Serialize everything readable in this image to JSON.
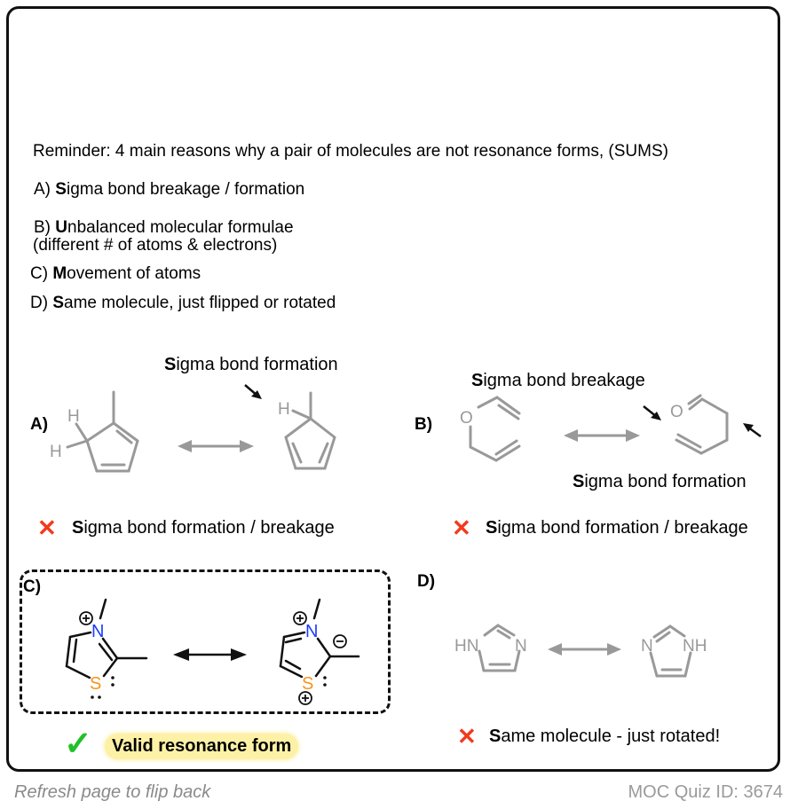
{
  "reminder": "Reminder: 4 main reasons why a pair of molecules are not resonance forms, (SUMS)",
  "rules": [
    {
      "prefix": "A) ",
      "bold": "S",
      "rest": "igma bond breakage / formation"
    },
    {
      "prefix": "B) ",
      "bold": "U",
      "rest": "nbalanced molecular formulae",
      "line2": "(different  # of atoms & electrons)"
    },
    {
      "prefix": "C) ",
      "bold": "M",
      "rest": "ovement of atoms"
    },
    {
      "prefix": "D) ",
      "bold": "S",
      "rest": "ame molecule, just flipped or rotated"
    }
  ],
  "panels": {
    "A": {
      "label": "A)",
      "annotation": {
        "bold": "S",
        "rest": "igma bond formation"
      },
      "atoms": {
        "h1": "H",
        "h2": "H",
        "h3": "H"
      },
      "verdict": {
        "icon": "x-mark",
        "bold": "S",
        "rest": "igma bond formation / breakage"
      }
    },
    "B": {
      "label": "B)",
      "annotation_top": {
        "bold": "S",
        "rest": "igma bond breakage"
      },
      "annotation_bottom": {
        "bold": "S",
        "rest": "igma bond formation"
      },
      "atoms": {
        "o1": "O",
        "o2": "O"
      },
      "verdict": {
        "icon": "x-mark",
        "bold": "S",
        "rest": "igma bond formation / breakage"
      }
    },
    "C": {
      "label": "C)",
      "atoms": {
        "n1": "N",
        "s1": "S",
        "n2": "N",
        "s2": "S"
      },
      "charges": {
        "plus": "+",
        "minus": "−"
      },
      "verdict": {
        "icon": "check-mark",
        "text": "Valid resonance form"
      }
    },
    "D": {
      "label": "D)",
      "atoms": {
        "hn": "HN",
        "n1": "N",
        "n2": "N",
        "nh": "NH"
      },
      "verdict": {
        "icon": "x-mark",
        "bold": "S",
        "rest": "ame molecule - just rotated!"
      }
    }
  },
  "symbols": {
    "x": "✕",
    "check": "✓"
  },
  "footer": {
    "left": "Refresh page to flip back",
    "right": "MOC Quiz ID: 3674"
  },
  "colors": {
    "nitrogen": "#1a3cff",
    "sulfur": "#f7941d",
    "grey_structure": "#999999",
    "x_red": "#f23a1e",
    "check_green": "#22c028",
    "highlight": "#fdf1a6"
  }
}
